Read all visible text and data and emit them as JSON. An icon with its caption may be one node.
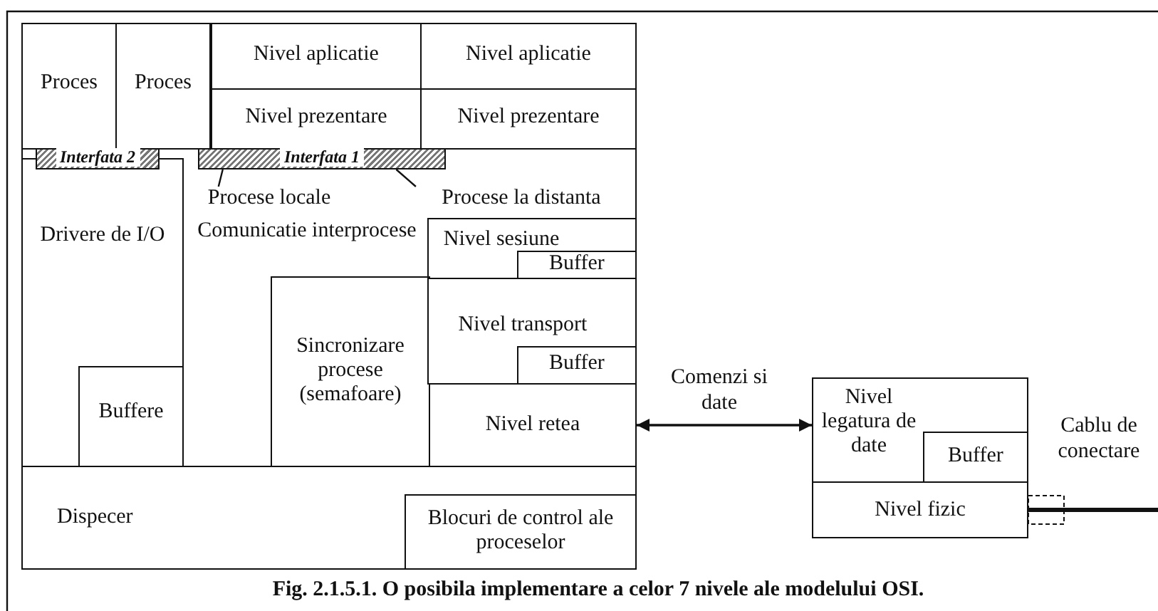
{
  "diagram": {
    "caption": "Fig. 2.1.5.1. O posibila implementare a celor 7 nivele ale modelului OSI.",
    "nodes": [
      {
        "text": [],
        "shape": "box"
      },
      {
        "text": [
          "Proces"
        ],
        "in": 0
      },
      {
        "text": [
          "Proces"
        ],
        "in": 0
      },
      {
        "text": [
          "Nivel aplicatie"
        ],
        "in": 0
      },
      {
        "text": [
          "Nivel aplicatie"
        ],
        "in": 0
      },
      {
        "text": [
          "Nivel prezentare"
        ],
        "in": 0
      },
      {
        "text": [
          "Nivel prezentare"
        ],
        "in": 0
      },
      {
        "text": [
          "Interfata 2"
        ],
        "in": 0
      },
      {
        "text": [
          "Interfata 1"
        ],
        "in": 0
      },
      {
        "text": [
          "Procese locale"
        ],
        "in": 0
      },
      {
        "text": [
          "Procese la distanta"
        ],
        "in": 0
      },
      {
        "text": [
          "Nivel sesiune"
        ],
        "in": 0
      },
      {
        "text": [
          "Buffer"
        ],
        "in": 11
      },
      {
        "text": [
          "Drivere de I/O"
        ],
        "in": 0
      },
      {
        "text": [
          "Sincronizare procese (semafoare)"
        ],
        "in": 0
      },
      {
        "text": [
          "Nivel transport"
        ],
        "in": 0
      },
      {
        "text": [
          "Buffer"
        ],
        "in": 15
      },
      {
        "text": [
          "Buffere"
        ],
        "in": 13
      },
      {
        "text": [
          "Nivel retea"
        ],
        "in": 0
      },
      {
        "text": [
          "Dispecer"
        ],
        "in": 0
      },
      {
        "text": [
          "Blocuri de control ale proceselor"
        ],
        "in": 19
      },
      {
        "text": [],
        "shape": "box"
      },
      {
        "text": [
          "Nivel legatura de date"
        ],
        "in": 21
      },
      {
        "text": [
          "Buffer"
        ],
        "in": 22
      },
      {
        "text": [
          "Nivel fizic"
        ],
        "in": 21
      }
    ],
    "edges": [
      {
        "from": 9,
        "to": 8,
        "arrow": "none"
      },
      {
        "from": 10,
        "to": 8,
        "arrow": "none"
      },
      {
        "from": 18,
        "to": 22,
        "arrow": "both",
        "label": "Comenzi si date"
      },
      {
        "from": 24,
        "to": null,
        "arrow": "none",
        "style": "thick",
        "label": "Cablu de conectare"
      }
    ],
    "labels": [
      "Comunicatie interprocese"
    ]
  }
}
